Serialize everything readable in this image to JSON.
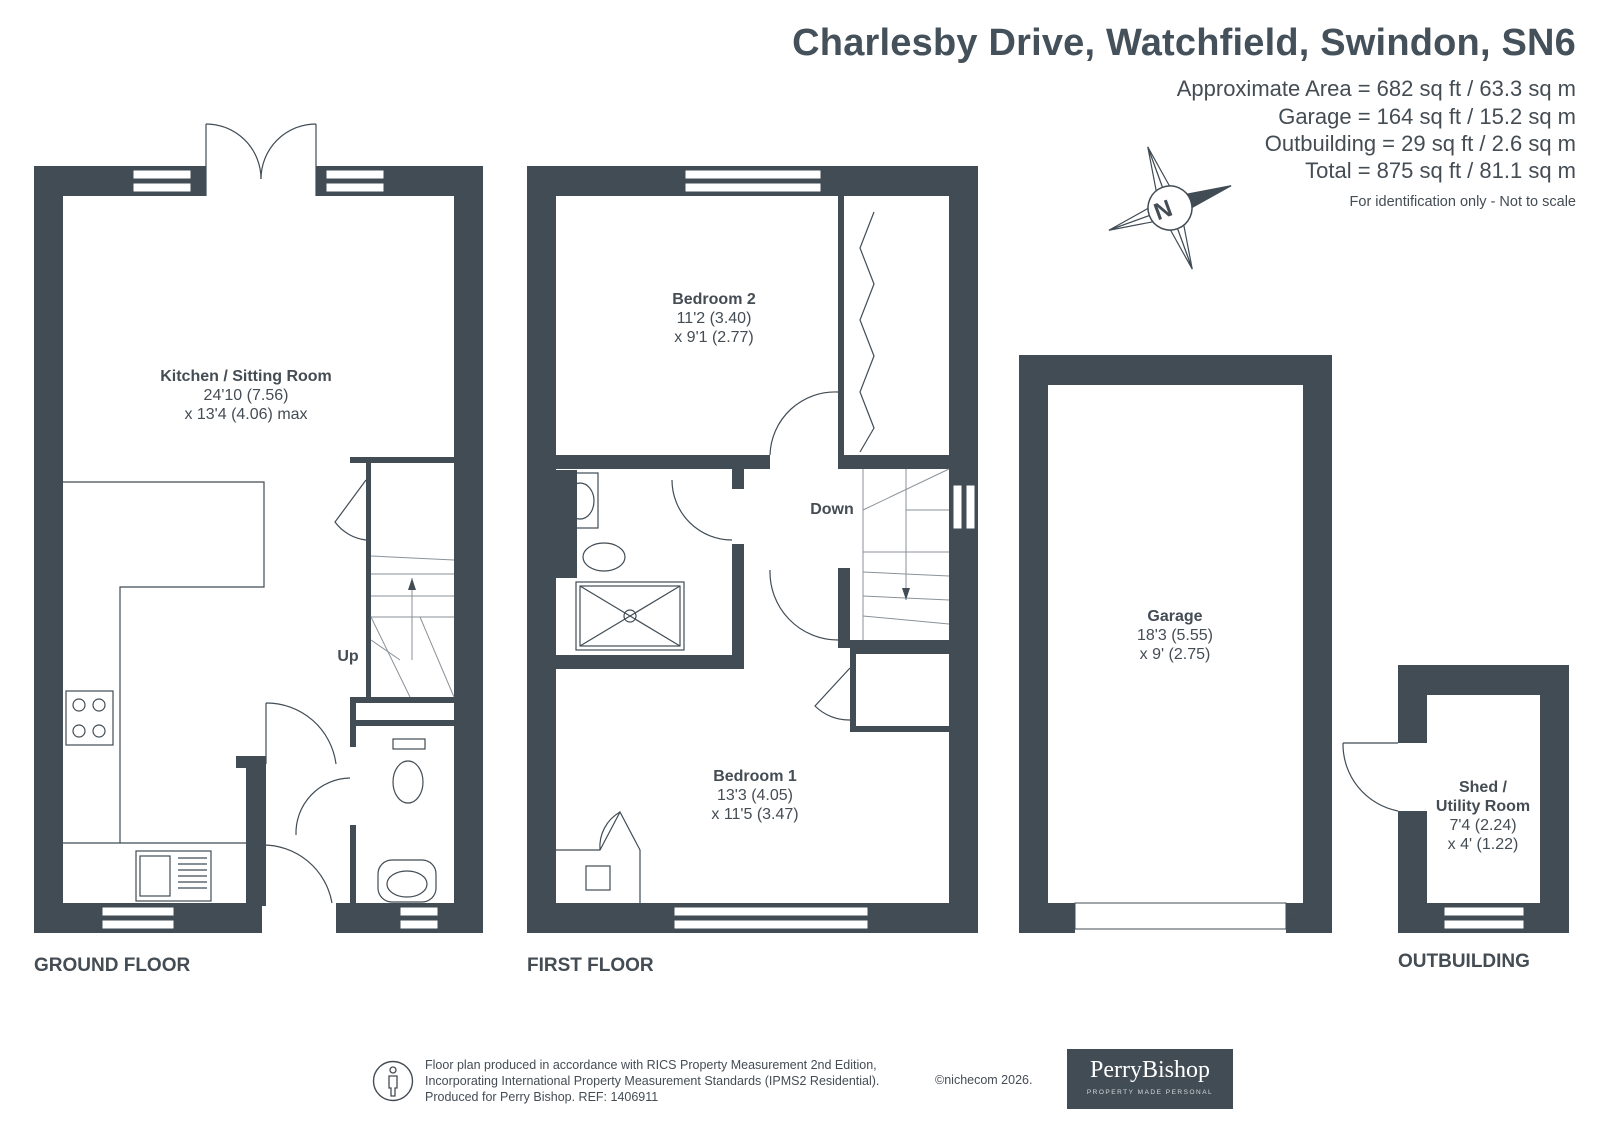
{
  "header": {
    "title": "Charlesby Drive, Watchfield, Swindon, SN6",
    "areas": [
      "Approximate Area = 682 sq ft / 63.3 sq m",
      "Garage = 164 sq ft / 15.2 sq m",
      "Outbuilding = 29 sq ft / 2.6 sq m",
      "Total = 875 sq ft / 81.1 sq m"
    ],
    "note": "For identification only - Not to scale"
  },
  "compass": {
    "letter": "N"
  },
  "floors": {
    "ground": "GROUND FLOOR",
    "first": "FIRST FLOOR",
    "outbuilding": "OUTBUILDING"
  },
  "rooms": {
    "kitchen": {
      "name": "Kitchen / Sitting Room",
      "dim1": "24'10 (7.56)",
      "dim2": "x 13'4 (4.06) max"
    },
    "bedroom2": {
      "name": "Bedroom 2",
      "dim1": "11'2 (3.40)",
      "dim2": "x 9'1 (2.77)"
    },
    "bedroom1": {
      "name": "Bedroom 1",
      "dim1": "13'3 (4.05)",
      "dim2": "x 11'5 (3.47)"
    },
    "garage": {
      "name": "Garage",
      "dim1": "18'3 (5.55)",
      "dim2": "x 9' (2.75)"
    },
    "shed": {
      "name1": "Shed /",
      "name2": "Utility Room",
      "dim1": "7'4 (2.24)",
      "dim2": "x 4' (1.22)"
    }
  },
  "stairs": {
    "up": "Up",
    "down": "Down"
  },
  "footer": {
    "line1": "Floor plan produced in accordance with RICS Property Measurement 2nd Edition,",
    "line2": "Incorporating International Property Measurement Standards (IPMS2 Residential).",
    "line3": "Produced for Perry Bishop.   REF: 1406911",
    "copyright": "©nichecom 2026.",
    "brand_name": "PerryBishop",
    "brand_tagline": "PROPERTY MADE PERSONAL"
  },
  "colors": {
    "wall": "#414c55",
    "text": "#444c54",
    "brand_bg": "#414c55"
  }
}
